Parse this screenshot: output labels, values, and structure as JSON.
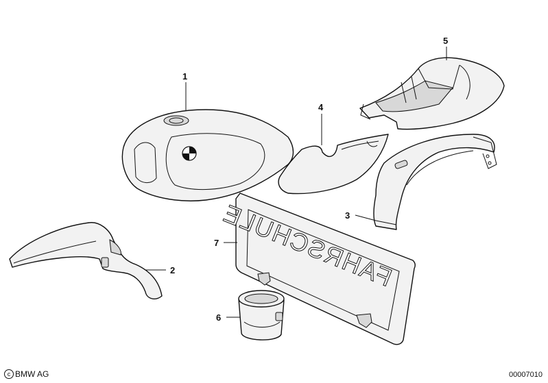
{
  "callouts": [
    {
      "id": "1",
      "label": "1"
    },
    {
      "id": "2",
      "label": "2"
    },
    {
      "id": "3",
      "label": "3"
    },
    {
      "id": "4",
      "label": "4"
    },
    {
      "id": "5",
      "label": "5"
    },
    {
      "id": "6",
      "label": "6"
    },
    {
      "id": "7",
      "label": "7"
    }
  ],
  "plate_text": "FAHRSCHULE",
  "footer": {
    "copyright_symbol": "c",
    "brand": "BMW AG",
    "diagram_number": "00007010"
  }
}
